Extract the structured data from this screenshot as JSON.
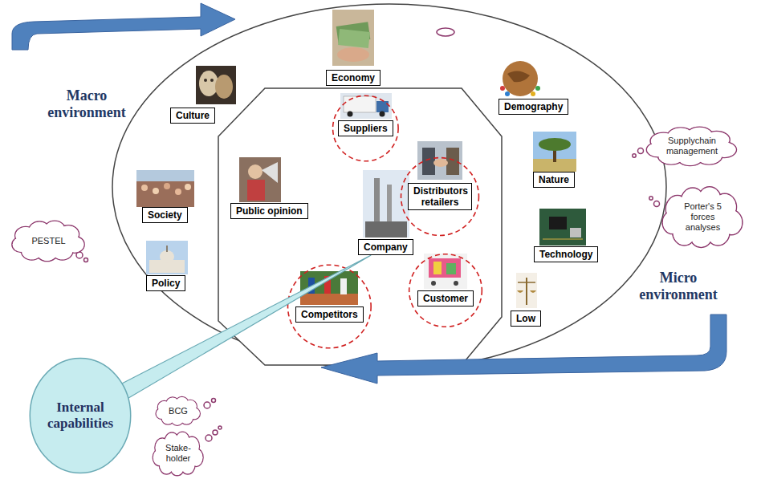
{
  "diagram": {
    "nodes": [
      {
        "text": [
          "Economy"
        ]
      },
      {
        "text": [
          "Culture"
        ]
      },
      {
        "text": [
          "Demography"
        ]
      },
      {
        "text": [
          "Suppliers"
        ]
      },
      {
        "text": [
          "Distributors retailers"
        ]
      },
      {
        "text": [
          "Nature"
        ]
      },
      {
        "text": [
          "Society"
        ]
      },
      {
        "text": [
          "Public opinion"
        ]
      },
      {
        "text": [
          "Company"
        ]
      },
      {
        "text": [
          "Technology"
        ]
      },
      {
        "text": [
          "Policy"
        ]
      },
      {
        "text": [
          "Customer"
        ]
      },
      {
        "text": [
          "Competitors"
        ]
      },
      {
        "text": [
          "Low"
        ]
      },
      {
        "text": [
          "PESTEL"
        ]
      },
      {
        "text": [
          "Supplychain management"
        ]
      },
      {
        "text": [
          "Porter's 5 forces analyses"
        ]
      },
      {
        "text": [
          "Internal capabilities"
        ]
      },
      {
        "text": [
          "BCG"
        ]
      },
      {
        "text": [
          "Stake-holder"
        ]
      }
    ],
    "edges": [
      {
        "from": 17,
        "to": 8,
        "arrow": "none"
      }
    ],
    "labels": [
      "Macro environment",
      "Micro environment"
    ]
  }
}
